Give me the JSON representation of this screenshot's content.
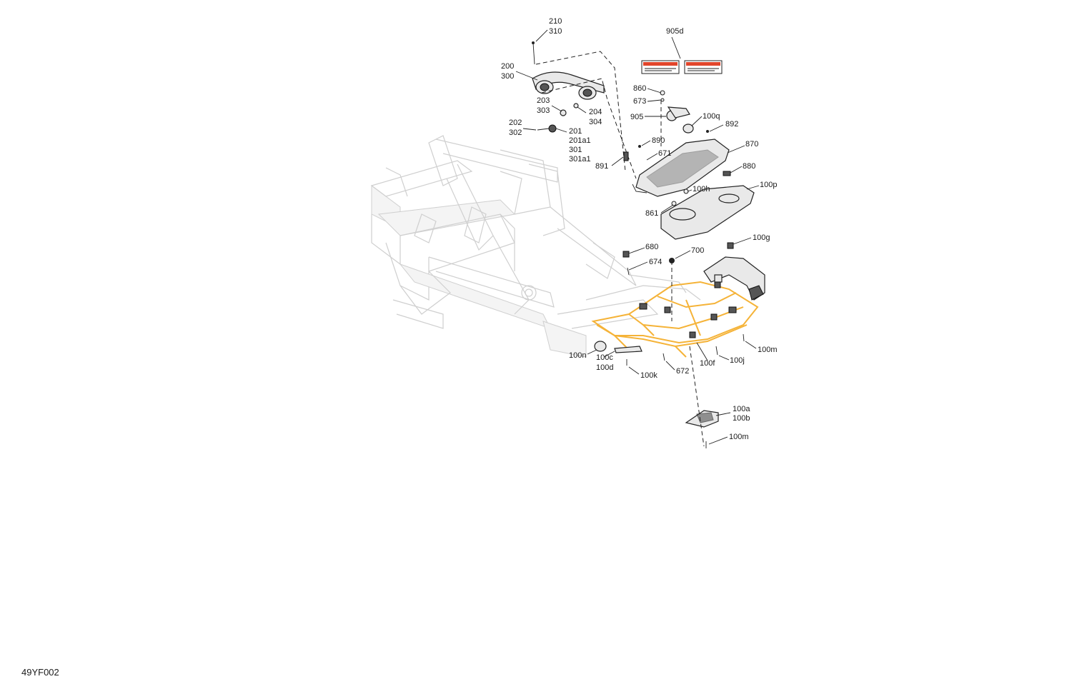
{
  "figure_ref": "49YF002",
  "callouts": [
    {
      "id": "c210",
      "lines": [
        "210",
        "310"
      ]
    },
    {
      "id": "c905d",
      "lines": [
        "905d"
      ]
    },
    {
      "id": "c200",
      "lines": [
        "200",
        "300"
      ]
    },
    {
      "id": "c203",
      "lines": [
        "203",
        "303"
      ]
    },
    {
      "id": "c204",
      "lines": [
        "204",
        "304"
      ]
    },
    {
      "id": "c202",
      "lines": [
        "202",
        "302"
      ]
    },
    {
      "id": "c201",
      "lines": [
        "201",
        "201a1",
        "301",
        "301a1"
      ]
    },
    {
      "id": "c860",
      "lines": [
        "860"
      ]
    },
    {
      "id": "c673",
      "lines": [
        "673"
      ]
    },
    {
      "id": "c905",
      "lines": [
        "905"
      ]
    },
    {
      "id": "c100q",
      "lines": [
        "100q"
      ]
    },
    {
      "id": "c892",
      "lines": [
        "892"
      ]
    },
    {
      "id": "c890",
      "lines": [
        "890"
      ]
    },
    {
      "id": "c870",
      "lines": [
        "870"
      ]
    },
    {
      "id": "c671",
      "lines": [
        "671"
      ]
    },
    {
      "id": "c891",
      "lines": [
        "891"
      ]
    },
    {
      "id": "c880",
      "lines": [
        "880"
      ]
    },
    {
      "id": "c100h",
      "lines": [
        "100h"
      ]
    },
    {
      "id": "c100p",
      "lines": [
        "100p"
      ]
    },
    {
      "id": "c861",
      "lines": [
        "861"
      ]
    },
    {
      "id": "c680",
      "lines": [
        "680"
      ]
    },
    {
      "id": "c700",
      "lines": [
        "700"
      ]
    },
    {
      "id": "c100g",
      "lines": [
        "100g"
      ]
    },
    {
      "id": "c674",
      "lines": [
        "674"
      ]
    },
    {
      "id": "c100n",
      "lines": [
        "100n"
      ]
    },
    {
      "id": "c100c",
      "lines": [
        "100c",
        "100d"
      ]
    },
    {
      "id": "c100k",
      "lines": [
        "100k"
      ]
    },
    {
      "id": "c672",
      "lines": [
        "672"
      ]
    },
    {
      "id": "c100f",
      "lines": [
        "100f"
      ]
    },
    {
      "id": "c100j",
      "lines": [
        "100j"
      ]
    },
    {
      "id": "c100m1",
      "lines": [
        "100m"
      ]
    },
    {
      "id": "c100a",
      "lines": [
        "100a",
        "100b"
      ]
    },
    {
      "id": "c100m2",
      "lines": [
        "100m"
      ]
    }
  ],
  "colors": {
    "frame": "#cfcfcf",
    "highlight": "#f5b338",
    "line": "#222222",
    "decal_red": "#e2452b"
  }
}
